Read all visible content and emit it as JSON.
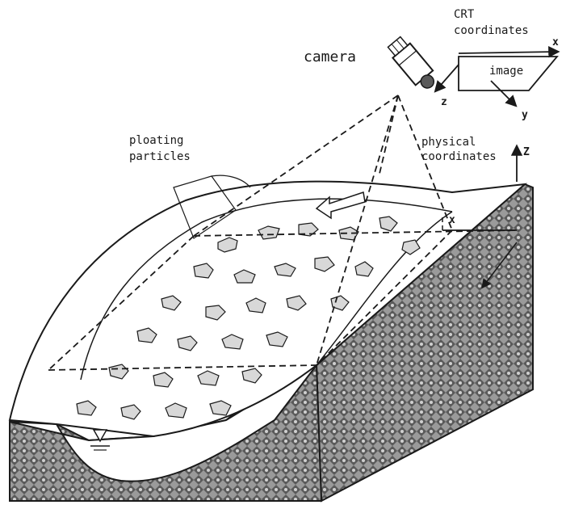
{
  "labels": {
    "crt_line1": "CRT",
    "crt_line2": "coordinates",
    "camera": "camera",
    "image": "image",
    "particles_line1": "ploating",
    "particles_line2": "particles",
    "physical_line1": "physical",
    "physical_line2": "coordinates",
    "axis_x_crt": "x",
    "axis_y_crt": "y",
    "axis_z_crt": "z",
    "axis_x_phys": "x",
    "axis_z_phys": "Z"
  },
  "colors": {
    "ink": "#1a1a1a",
    "terrain_fill": "#8f8f8f",
    "water_fill": "#ffffff",
    "particle_fill": "#d8d8d8"
  },
  "icons": [
    "camera-icon",
    "flow-arrow-icon",
    "water-level-marker-icon"
  ]
}
